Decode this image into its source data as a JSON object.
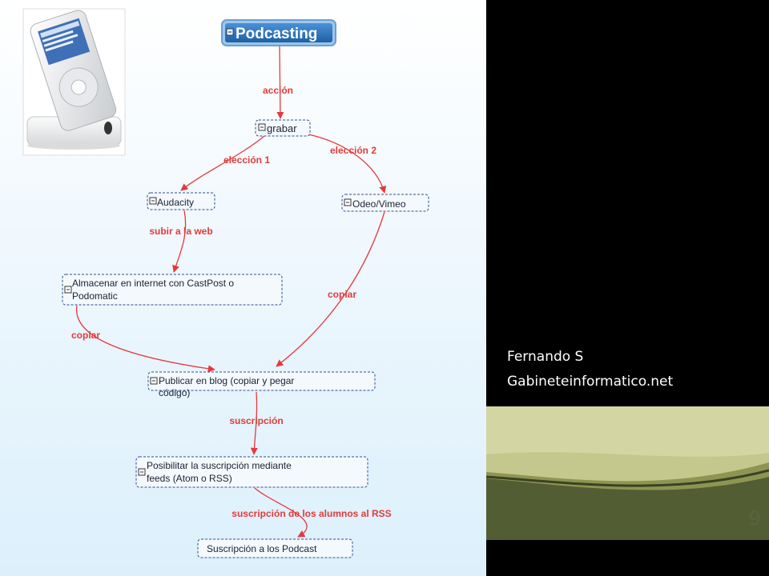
{
  "slide": {
    "number": "9"
  },
  "author": {
    "name": "Fernando S",
    "site": "Gabineteinformatico.net"
  },
  "colors": {
    "arrow": "#e8383d",
    "label": "#e23b3b",
    "node_border": "#2c4f8f",
    "root_fill": "#2a72b8",
    "root_text": "#ffffff",
    "band_dark": "#525d33",
    "band_light": "#c5c88c"
  },
  "map": {
    "root": "Podcasting",
    "nodes": {
      "grabar": "grabar",
      "audacity": "Audacity",
      "odeo": "Odeo/Vimeo",
      "almacenar": [
        "Almacenar en internet con CastPost o",
        "Podomatic"
      ],
      "publicar": [
        "Publicar en blog (copiar y pegar",
        "código)"
      ],
      "posibilitar": [
        "Posibilitar la suscripción mediante",
        "feeds (Atom o RSS)"
      ],
      "suscripcion": "Suscripción a los Podcast"
    },
    "links": {
      "accion": "acción",
      "eleccion1": "elección 1",
      "eleccion2": "elección 2",
      "subir": "subir a la web",
      "copiar_left": "copiar",
      "copiar_right": "copiar",
      "suscripcion": "suscripción",
      "alumnos": "suscripción de los alumnos al RSS"
    }
  },
  "image": {
    "icon": "ipod-dock-icon"
  }
}
